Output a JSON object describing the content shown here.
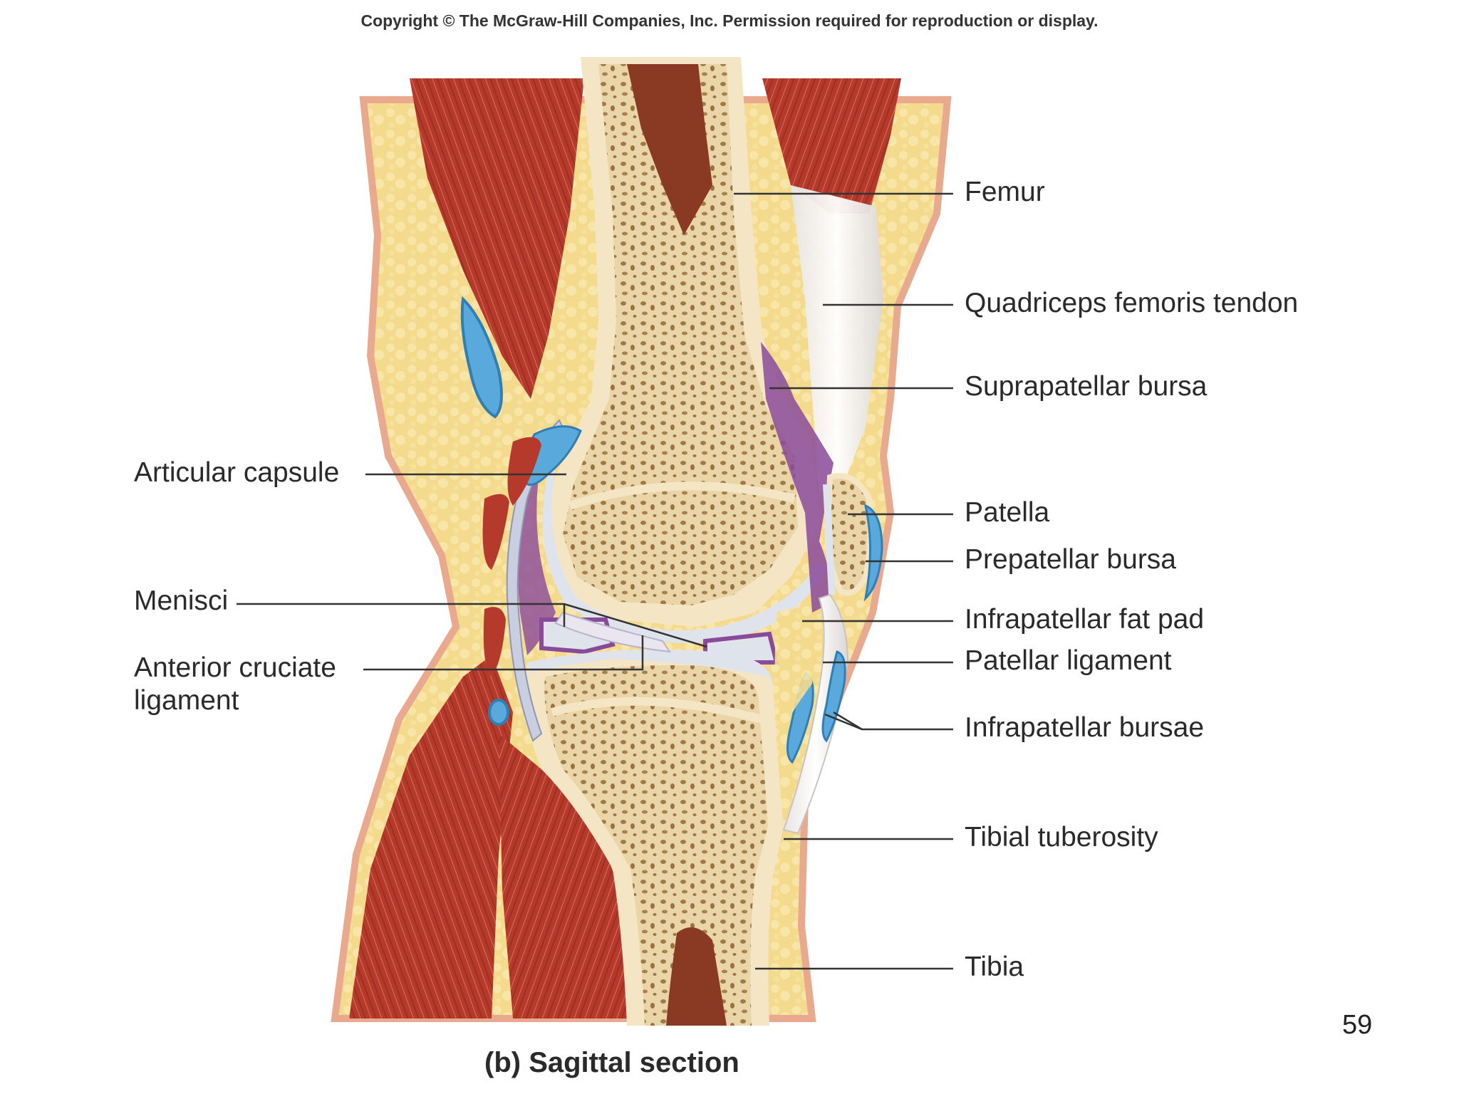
{
  "header": {
    "copyright": "Copyright © The McGraw-Hill Companies, Inc. Permission required for reproduction or display."
  },
  "labels": {
    "femur": "Femur",
    "quadriceps_tendon": "Quadriceps femoris tendon",
    "suprapatellar_bursa": "Suprapatellar bursa",
    "articular_capsule": "Articular capsule",
    "patella": "Patella",
    "prepatellar_bursa": "Prepatellar bursa",
    "menisci": "Menisci",
    "infrapatellar_fat_pad": "Infrapatellar fat pad",
    "anterior_cruciate_line1": "Anterior cruciate",
    "anterior_cruciate_line2": "ligament",
    "patellar_ligament": "Patellar ligament",
    "infrapatellar_bursae": "Infrapatellar bursae",
    "tibial_tuberosity": "Tibial tuberosity",
    "tibia": "Tibia"
  },
  "caption": "(b) Sagittal section",
  "page_number": "59",
  "colors": {
    "muscle": "#b5392a",
    "muscle_dark": "#8f2a1f",
    "fat": "#f2d98a",
    "bone_spongy": "#e8d2a6",
    "bone_compact": "#f5ead0",
    "marrow": "#8a3a22",
    "cartilage": "#dfe3ec",
    "bursa": "#5aa9dc",
    "synovial": "#8a4a9a",
    "skin": "#e8a98e",
    "leader": "#333333"
  }
}
